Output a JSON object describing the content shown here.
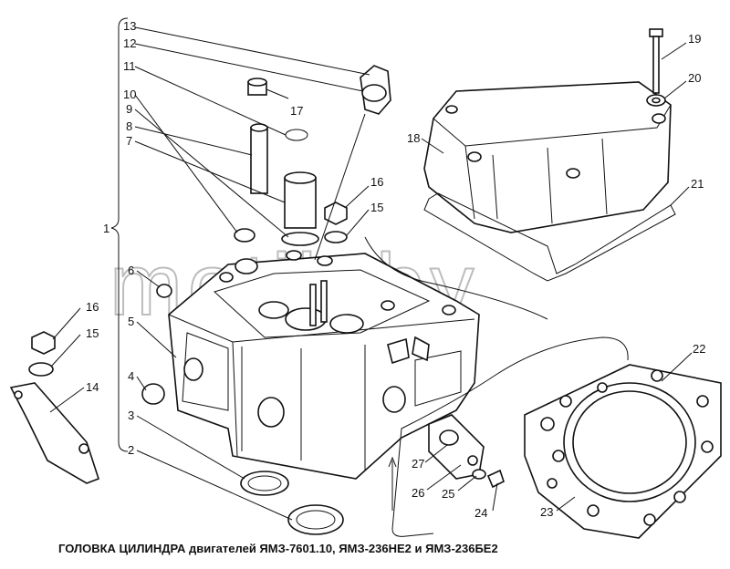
{
  "caption": "ГОЛОВКА ЦИЛИНДРА двигателей ЯМЗ-7601.10, ЯМЗ-236НЕ2 и ЯМЗ-236БЕ2",
  "watermark": "motik.by",
  "callouts": {
    "n1": "1",
    "n2": "2",
    "n3": "3",
    "n4": "4",
    "n5": "5",
    "n6": "6",
    "n7": "7",
    "n8": "8",
    "n9": "9",
    "n10": "10",
    "n11": "11",
    "n12": "12",
    "n13": "13",
    "n14": "14",
    "n15a": "15",
    "n15b": "15",
    "n16a": "16",
    "n16b": "16",
    "n17": "17",
    "n18": "18",
    "n19": "19",
    "n20": "20",
    "n21": "21",
    "n22": "22",
    "n23": "23",
    "n24": "24",
    "n25": "25",
    "n26": "26",
    "n27": "27"
  }
}
